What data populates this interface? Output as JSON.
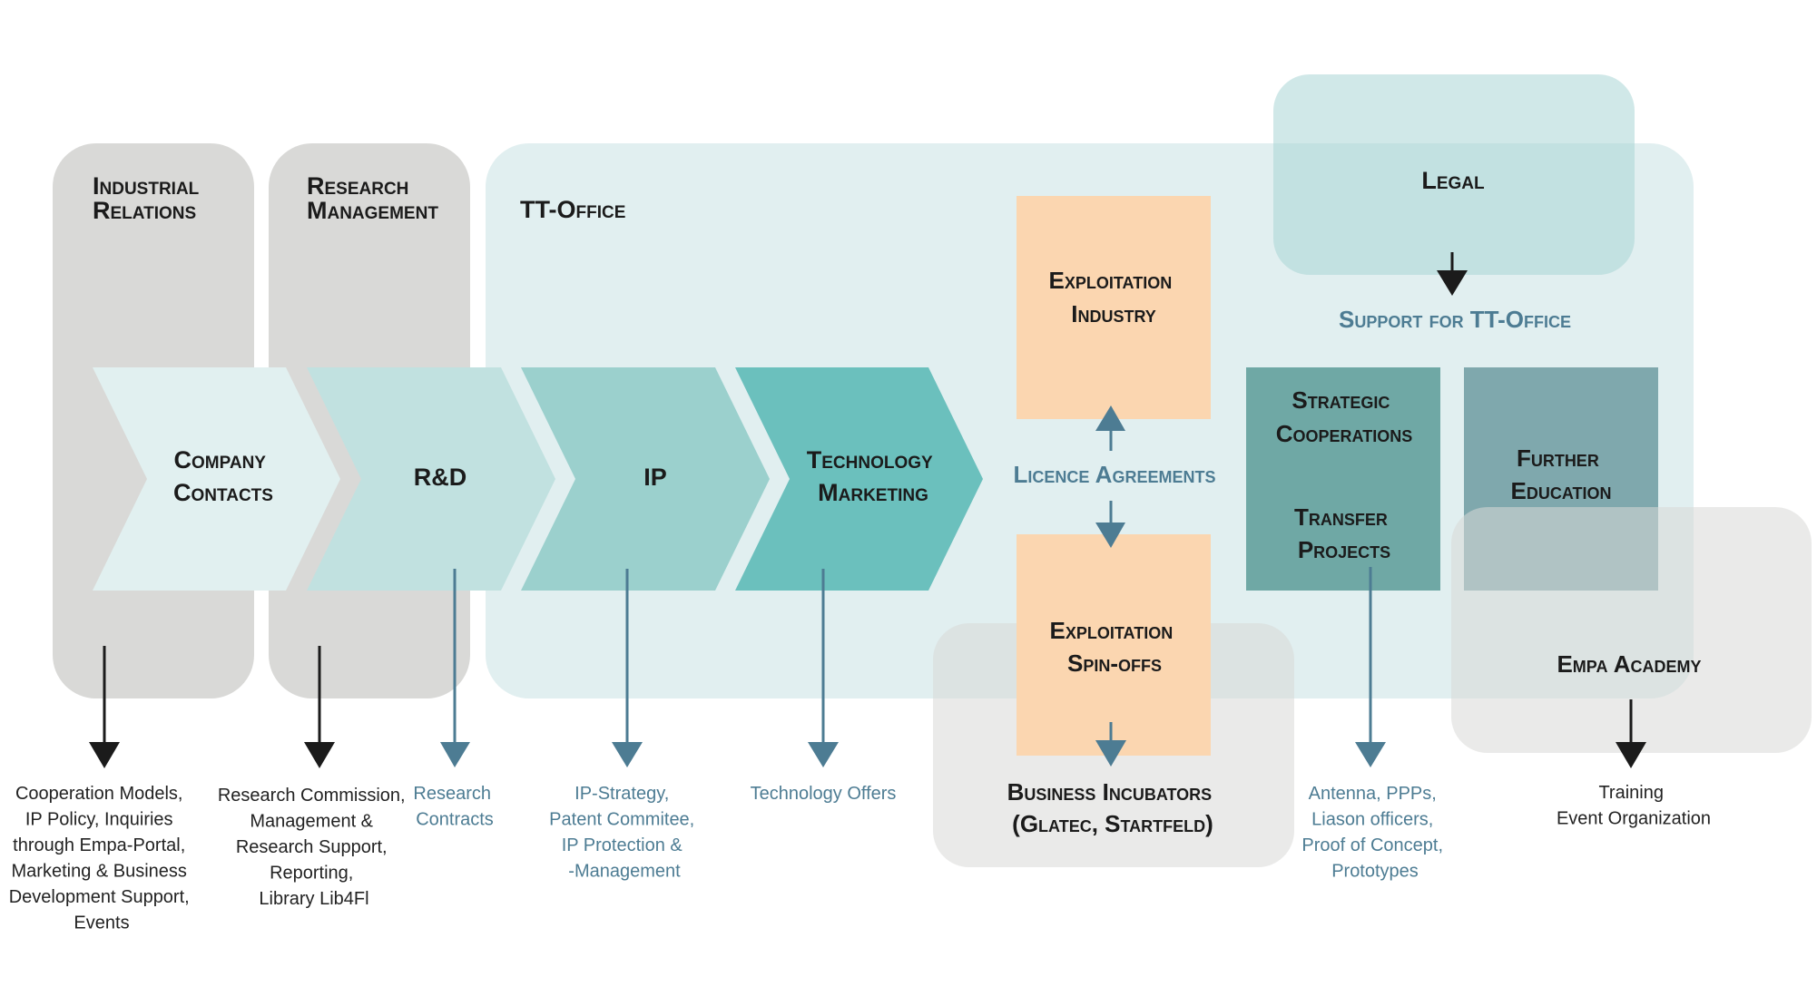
{
  "colors": {
    "grey_panel": "#d9d9d7",
    "light_grey_overlay": "#e3e3e3",
    "tt_office_bg": "#e1eff0",
    "legal_bg": "#bfe0e0",
    "chevron_1": "#e1f0f0",
    "chevron_2": "#c1e1e0",
    "chevron_3": "#9bd0cd",
    "chevron_4": "#6bc0bd",
    "exploitation": "#fbd6b0",
    "strategic": "#6fa8a5",
    "further_education": "#7fa8ad",
    "blue_text": "#4d7c93",
    "dark_text": "#1b1b1b",
    "arrow_dark": "#1b1b1b",
    "arrow_blue": "#4d7c93"
  },
  "panels": {
    "industrial_relations": [
      "Industrial",
      "Relations"
    ],
    "research_management": [
      "Research",
      "Management"
    ],
    "tt_office": "TT-Office",
    "legal": "Legal",
    "support_for_tt_office": "Support for TT-Office",
    "empa_academy": "Empa Academy"
  },
  "chevrons": [
    {
      "lines": [
        "Company",
        "Contacts"
      ]
    },
    {
      "lines": [
        "R&D"
      ]
    },
    {
      "lines": [
        "IP"
      ]
    },
    {
      "lines": [
        "Technology",
        "Marketing"
      ]
    }
  ],
  "boxes": {
    "exploitation_industry": [
      "Exploitation",
      "Industry"
    ],
    "licence_agreements": "Licence Agreements",
    "exploitation_spinoffs": [
      "Exploitation",
      "Spin-offs"
    ],
    "business_incubators": [
      "Business Incubators",
      "(Glatec, Startfeld)"
    ],
    "strategic_cooperations": [
      "Strategic",
      "Cooperations"
    ],
    "transfer_projects": [
      "Transfer",
      "Projects"
    ],
    "further_education": [
      "Further",
      "Education"
    ]
  },
  "notes": {
    "industrial_relations": [
      "Cooperation Models,",
      "IP Policy, Inquiries",
      "through Empa-Portal,",
      "Marketing & Business",
      "Development Support,",
      "Events"
    ],
    "research_management": [
      "Research Commission,",
      "Management &",
      "Research Support,",
      "Reporting,",
      "Library Lib4Fl"
    ],
    "rnd": [
      "Research",
      "Contracts"
    ],
    "ip": [
      "IP-Strategy,",
      "Patent Commitee,",
      "IP Protection &",
      "-Management"
    ],
    "technology_marketing": [
      "Technology Offers"
    ],
    "transfer": [
      "Antenna, PPPs,",
      "Liason officers,",
      "Proof of Concept,",
      "Prototypes"
    ],
    "empa_academy": [
      "Training",
      "Event Organization"
    ]
  }
}
